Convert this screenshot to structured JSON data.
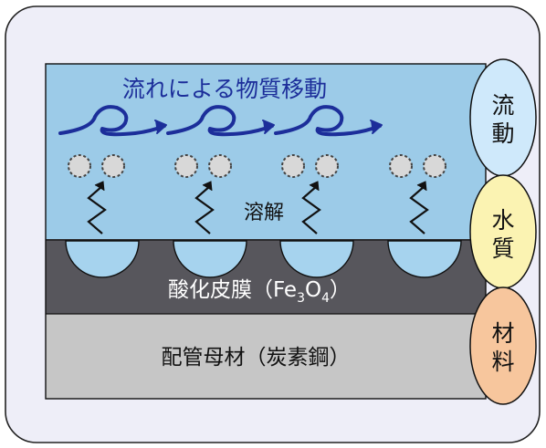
{
  "flow_title": "流れによる物質移動",
  "dissolution_label": "溶解",
  "oxide_layer": {
    "prefix": "酸化皮膜（Fe",
    "sub1": "3",
    "mid": "O",
    "sub2": "4",
    "suffix": "）"
  },
  "base_layer_label": "配管母材（炭素鋼）",
  "factors": [
    {
      "line1": "流",
      "line2": "動"
    },
    {
      "line1": "水",
      "line2": "質"
    },
    {
      "line1": "材",
      "line2": "料"
    }
  ],
  "colors": {
    "frame_bg": "#eeeef8",
    "water": "#9ccbe8",
    "oxide": "#57565c",
    "base_metal": "#c6c6c6",
    "pit": "#a6d3ee",
    "flow_arrow": "#1c2e9a",
    "title_text": "#1c2e9a",
    "factor_flow": "#cfe9fb",
    "factor_water": "#fbf3b2",
    "factor_material": "#f7c69d"
  }
}
